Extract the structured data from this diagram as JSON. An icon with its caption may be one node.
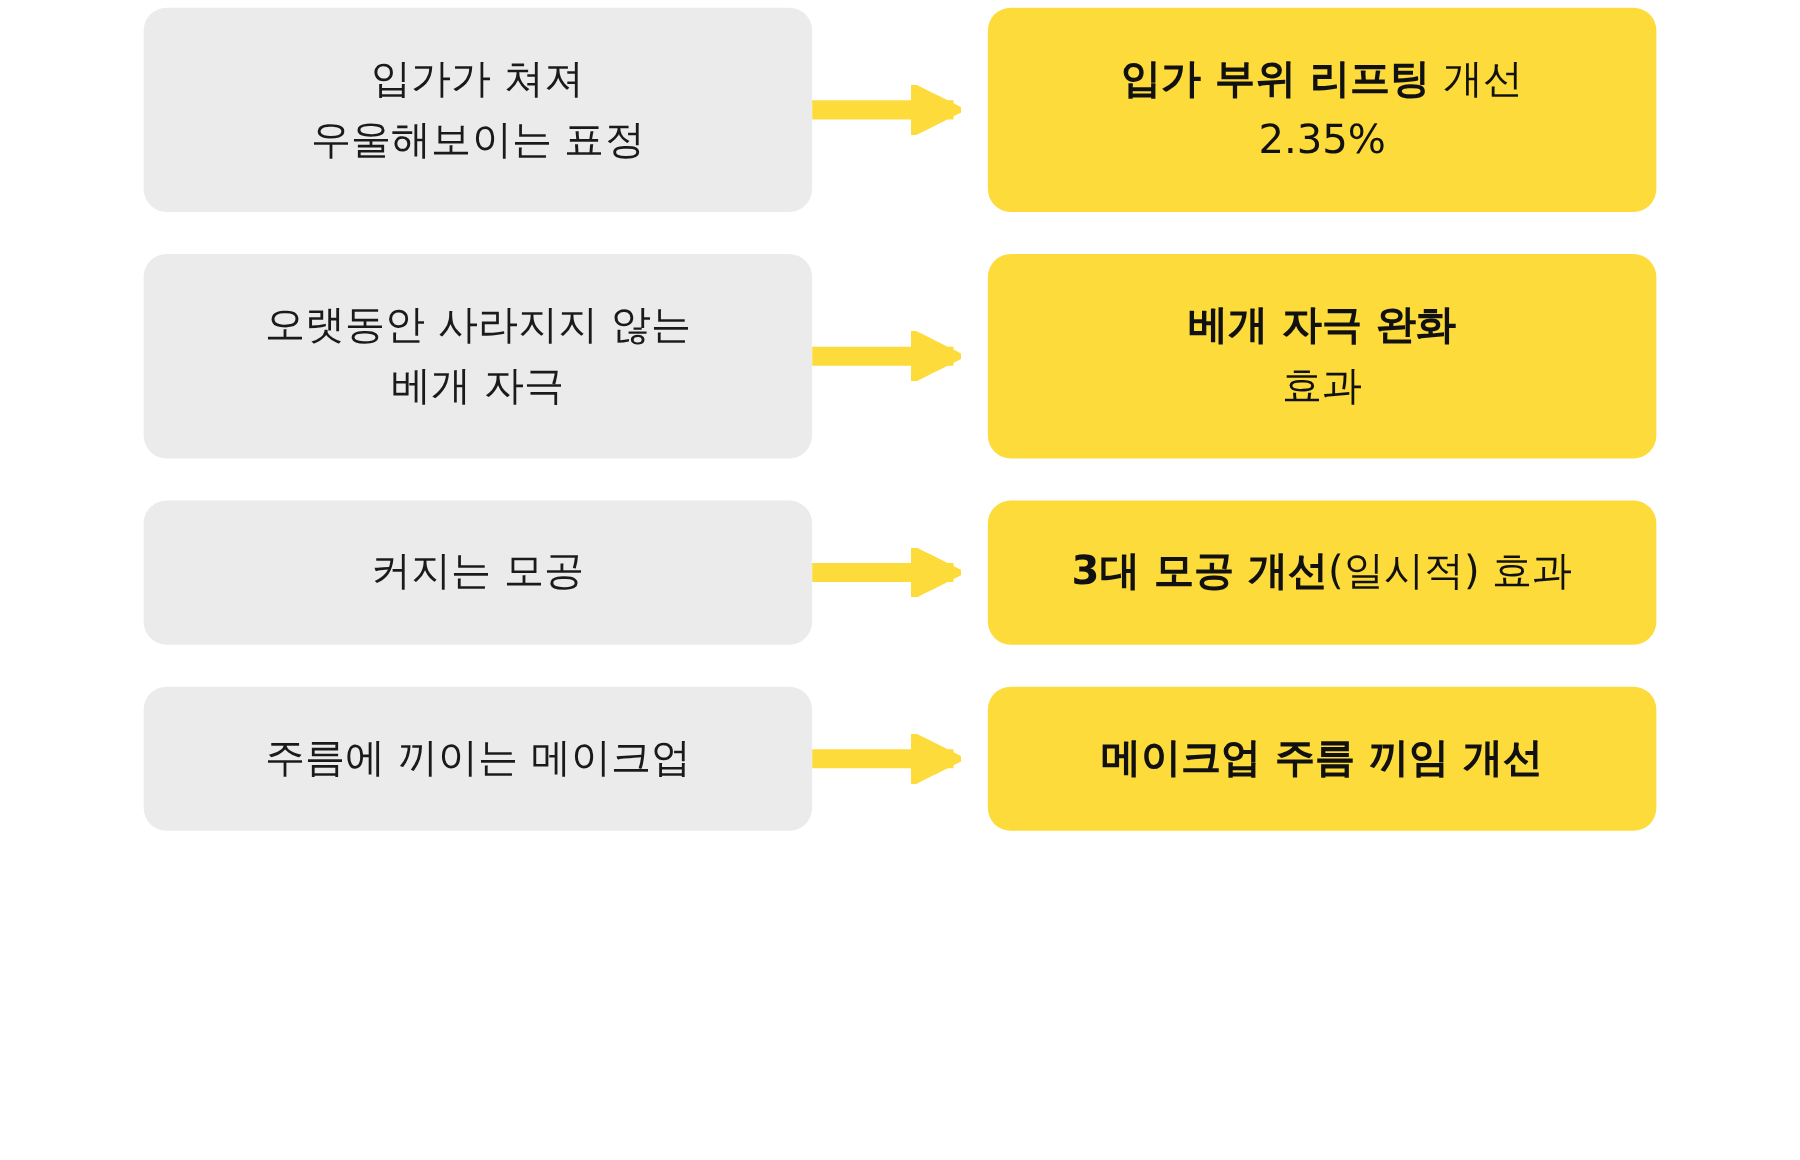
{
  "diagram": {
    "nodes": [
      {
        "text": [
          "입가가 쳐져 우울해보이는 표정"
        ]
      },
      {
        "text": [
          "입가 부위 리프팅 개선 2.35%"
        ]
      },
      {
        "text": [
          "오랫동안 사라지지 않는 베개 자극"
        ]
      },
      {
        "text": [
          "베개 자극 완화 효과"
        ]
      },
      {
        "text": [
          "커지는 모공"
        ]
      },
      {
        "text": [
          "3대 모공 개선(일시적) 효과"
        ]
      },
      {
        "text": [
          "주름에 끼이는 메이크업"
        ]
      },
      {
        "text": [
          "메이크업 주름 끼임 개선"
        ]
      }
    ],
    "edges": [
      {
        "from": 0,
        "to": 1,
        "arrow": "to"
      },
      {
        "from": 2,
        "to": 3,
        "arrow": "to"
      },
      {
        "from": 4,
        "to": 5,
        "arrow": "to"
      },
      {
        "from": 6,
        "to": 7,
        "arrow": "to"
      }
    ]
  }
}
